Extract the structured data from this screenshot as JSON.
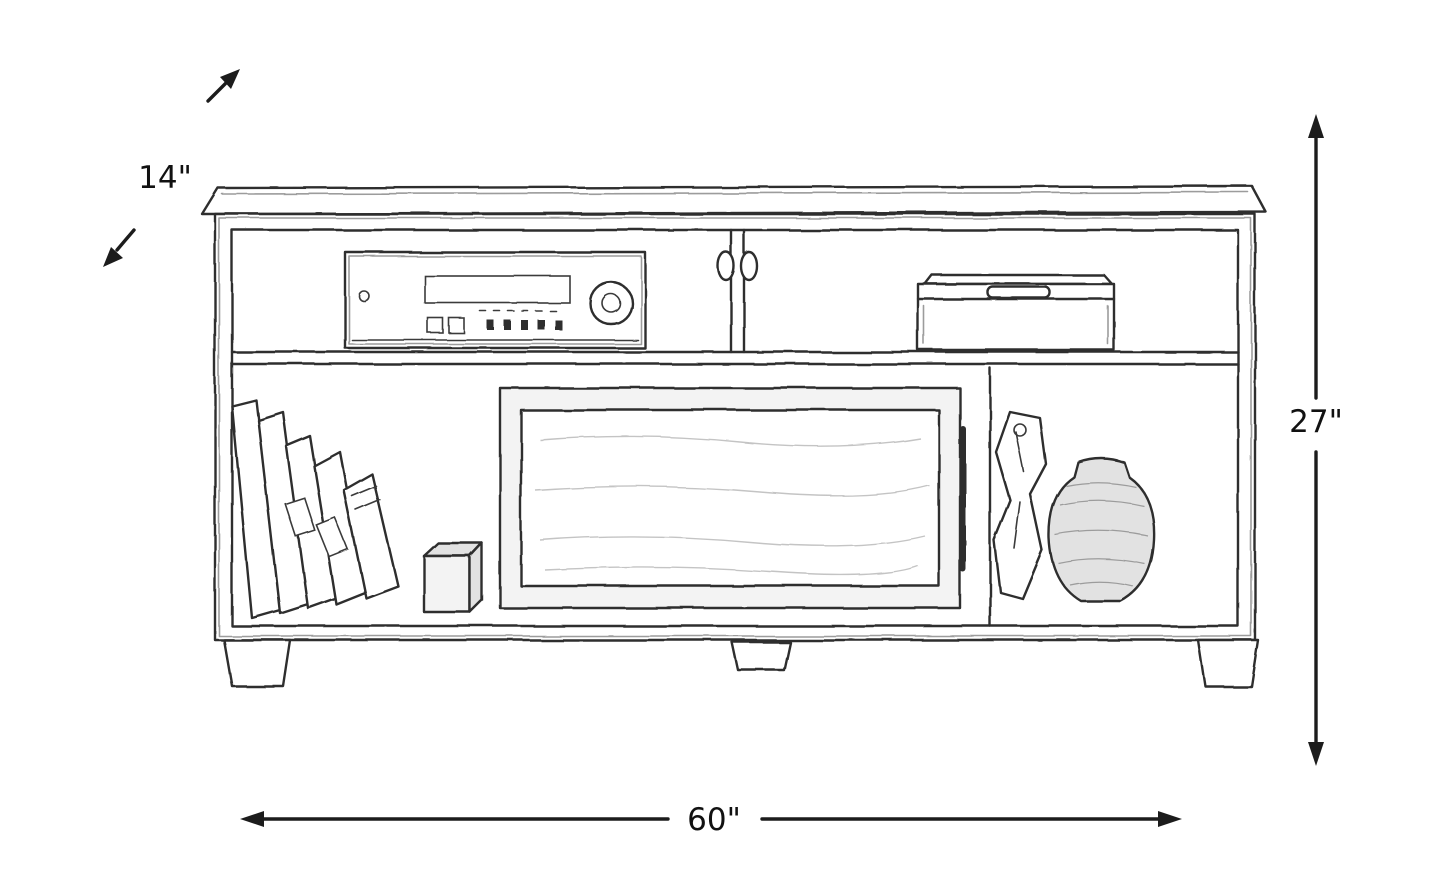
{
  "diagram": {
    "labels": {
      "depth": "14\"",
      "height": "27\"",
      "width": "60\""
    },
    "colors": {
      "line": "#2e2e2e",
      "dimension": "#1c1c1c",
      "background": "#ffffff"
    }
  }
}
